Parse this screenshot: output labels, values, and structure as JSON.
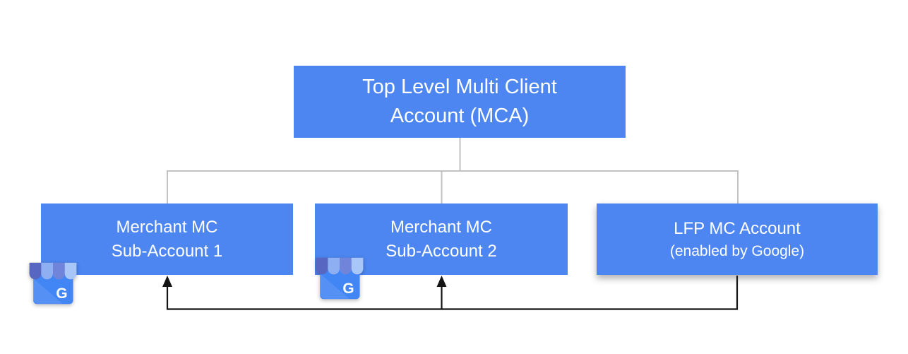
{
  "diagram": {
    "root_node": {
      "line1": "Top Level Multi Client",
      "line2": "Account (MCA)"
    },
    "child_nodes": [
      {
        "line1": "Merchant MC",
        "line2": "Sub-Account 1"
      },
      {
        "line1": "Merchant MC",
        "line2": "Sub-Account 2"
      },
      {
        "line1": "LFP MC Account",
        "line2": "(enabled by Google)"
      }
    ],
    "business_icon": {
      "name": "google-my-business",
      "letter": "G"
    },
    "colors": {
      "box_fill": "#4D86F0",
      "text": "#FFFFFF",
      "connector_gray": "#C2C2C2",
      "arrow_black": "#141414",
      "icon_body": "#4285F4",
      "icon_stripe_dark1": "#5767C1",
      "icon_stripe_light1": "#8FAFF3",
      "icon_stripe_dark2": "#7085DA",
      "icon_stripe_light2": "#A9C6F9"
    }
  }
}
